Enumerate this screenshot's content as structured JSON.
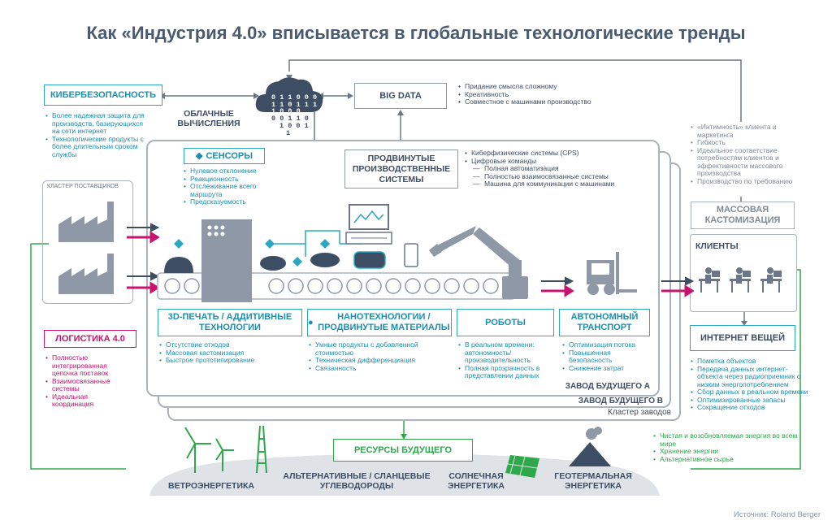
{
  "title": "Как «Индустрия 4.0» вписывается в глобальные технологические тренды",
  "cybersecurity": {
    "label": "КИБЕРБЕЗОПАСНОСТЬ",
    "items": [
      "Более надежная защита для производств, базирующихся на сети интернет",
      "Технологические продукты с более длительным сроком службы"
    ]
  },
  "cloud": {
    "label": "ОБЛАЧНЫЕ ВЫЧИСЛЕНИЯ",
    "binary": [
      "0 1 1 0 0 0",
      "1 1 0 1 1 1",
      "1 0 0 0 ",
      "0 0 1 1 0",
      "1 0 0 1",
      "1"
    ]
  },
  "big_data": {
    "label": "BIG DATA",
    "items": [
      "Придание смысла сложному",
      "Креативность",
      "Совместное с машинами производство"
    ]
  },
  "customer": {
    "items": [
      "«Интимность» клиента и маркетинга",
      "Гибкость",
      "Идеальное соответствие потребностям клиентов и эффективности массового производства",
      "Производство по требованию"
    ]
  },
  "mass_custom": "МАССОВАЯ КАСТОМИЗАЦИЯ",
  "clients": "КЛИЕНТЫ",
  "iot": {
    "label": "ИНТЕРНЕТ ВЕЩЕЙ",
    "items": [
      "Пометка объектов",
      "Передача данных интернет-объекта через радиоприемник с низким энергопотреблением",
      "Сбор данных в реальном времени",
      "Оптимизированные запасы",
      "Сокращение отходов"
    ]
  },
  "sensors": {
    "label": "СЕНСОРЫ",
    "items": [
      "Нулевое отклонение",
      "Реакционность",
      "Отслеживание всего маршрута",
      "Предсказуемость"
    ]
  },
  "advanced": {
    "label": "ПРОДВИНУТЫЕ ПРОИЗВОДСТВЕННЫЕ СИСТЕМЫ",
    "items": [
      "Киберфизические системы (CPS)",
      "Цифровые команды"
    ],
    "sub": [
      "Полная автоматизация",
      "Полностью взаимосвязанные системы",
      "Машина для коммуникации с машинами"
    ]
  },
  "supplier_cluster": "КЛАСТЕР ПОСТАВЩИКОВ",
  "logistics": {
    "label": "ЛОГИСТИКА 4.0",
    "items": [
      "Полностью интегрированная цепочка поставок",
      "Взаимосвязанные системы",
      "Идеальная координация"
    ]
  },
  "printing": {
    "label": "3D-ПЕЧАТЬ / АДДИТИВНЫЕ ТЕХНОЛОГИИ",
    "items": [
      "Отсутствие отходов",
      "Массовая кастомизация",
      "Быстрое прототипирование"
    ]
  },
  "nano": {
    "label": "НАНОТЕХНОЛОГИИ / ПРОДВИНУТЫЕ МАТЕРИАЛЫ",
    "items": [
      "Умные продукты с добавленной стоимостью",
      "Техническая дифференциация",
      "Связанность"
    ]
  },
  "robots": {
    "label": "РОБОТЫ",
    "items": [
      "В реальном времени: автономность/производительность",
      "Полная прозрачность в представлении данных"
    ]
  },
  "transport": {
    "label": "АВТОНОМНЫЙ ТРАНСПОРТ",
    "items": [
      "Оптимизация потока",
      "Повышенная безопасность",
      "Снижение затрат"
    ]
  },
  "factory_a": "ЗАВОД БУДУЩЕГО А",
  "factory_b": "ЗАВОД БУДУЩЕГО В",
  "factory_cluster": "Кластер заводов",
  "resources": {
    "label": "РЕСУРСЫ БУДУЩЕГО",
    "items": [
      "Чистая и возобновляемая энергия во всем мире",
      "Хранение энергии",
      "Альтернативное сырье"
    ]
  },
  "energy": {
    "wind": "ВЕТРОЭНЕРГЕТИКА",
    "shale": "АЛЬТЕРНАТИВНЫЕ / СЛАНЦЕВЫЕ УГЛЕВОДОРОДЫ",
    "solar": "СОЛНЕЧНАЯ ЭНЕРГЕТИКА",
    "geo": "ГЕОТЕРМАЛЬНАЯ ЭНЕРГЕТИКА"
  },
  "source": "Источник: Roland Berger",
  "colors": {
    "teal": "#2aa7c2",
    "gray": "#8e98a7",
    "magenta": "#c8146e",
    "green": "#2ea84b",
    "dark": "#3d4d63"
  }
}
